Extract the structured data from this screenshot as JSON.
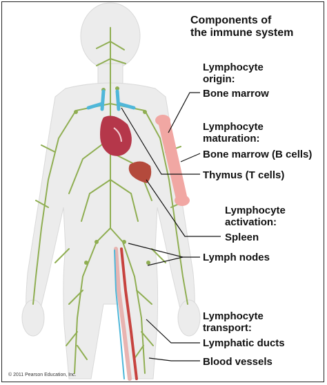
{
  "title": [
    "Components of",
    "the immune system"
  ],
  "origin": {
    "heading": [
      "Lymphocyte",
      "origin:"
    ],
    "bone_marrow": "Bone marrow"
  },
  "maturation": {
    "heading": [
      "Lymphocyte",
      "maturation:"
    ],
    "bone_marrow_b": "Bone marrow (B cells)",
    "thymus_t": "Thymus (T cells)"
  },
  "activation": {
    "heading": [
      "Lymphocyte",
      "activation:"
    ],
    "spleen": "Spleen",
    "lymph_nodes": "Lymph nodes"
  },
  "transport": {
    "heading": [
      "Lymphocyte",
      "transport:"
    ],
    "lymphatic_ducts": "Lymphatic ducts",
    "blood_vessels": "Blood vessels"
  },
  "copyright": "© 2011 Pearson Education, Inc.",
  "colors": {
    "body_fill": "#ececec",
    "lymph_green": "#8fae52",
    "thymus_blue": "#4fb7d9",
    "heart_red": "#b5374a",
    "bone_pink": "#f1a7a3",
    "spleen_red": "#b44a3c",
    "vessel_red": "#c7433f",
    "duct_pink": "#e8b4b1"
  }
}
